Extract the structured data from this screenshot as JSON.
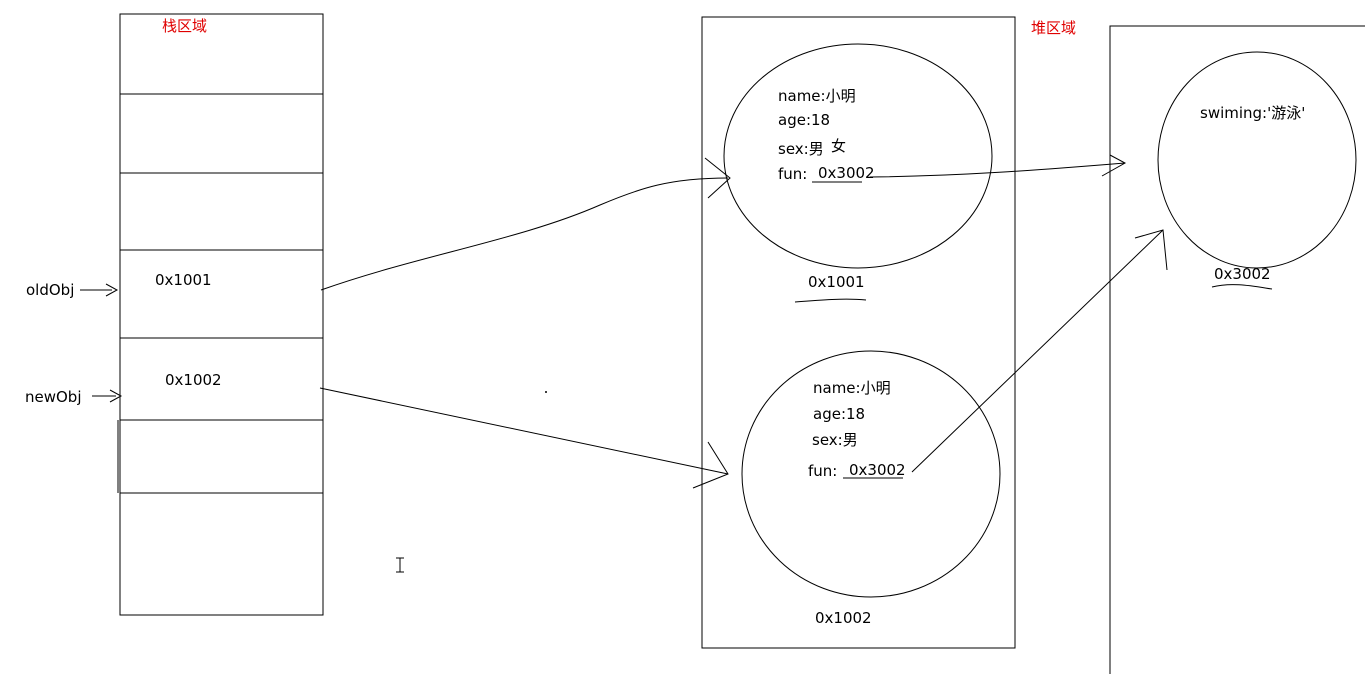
{
  "stack": {
    "title": "栈区域",
    "cell1": "0x1001",
    "cell2": "0x1002"
  },
  "vars": {
    "old": "oldObj",
    "new": "newObj"
  },
  "heap": {
    "title": "堆区域",
    "obj1": {
      "name": "name:小明",
      "age": "age:18",
      "sex": "sex:男",
      "sex_edit": "女",
      "fun_label": "fun:",
      "fun_value": "0x3002",
      "address": "0x1001"
    },
    "obj2": {
      "name": "name:小明",
      "age": "age:18",
      "sex": "sex:男",
      "fun_label": "fun:",
      "fun_value": "0x3002",
      "address": "0x1002"
    },
    "obj3": {
      "content": "swiming:'游泳'",
      "address": "0x3002"
    }
  },
  "colors": {
    "title": "#e00000",
    "line": "#000000"
  }
}
